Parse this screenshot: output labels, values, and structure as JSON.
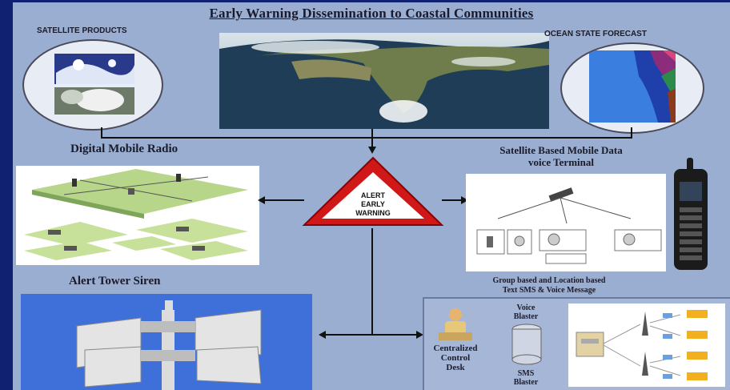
{
  "title": "Early Warning Dissemination to Coastal Communities",
  "top_left_label": "SATELLITE PRODUCTS",
  "top_right_label": "OCEAN STATE FORECAST",
  "left_mid_label": "Digital Mobile Radio",
  "right_mid_label_line1": "Satellite Based Mobile Data",
  "right_mid_label_line2": "voice Terminal",
  "left_bottom_label": "Alert Tower Siren",
  "right_bottom_label_line1": "Group based and Location based",
  "right_bottom_label_line2": "Text SMS & Voice Message",
  "center_sign": {
    "line1": "ALERT",
    "line2": "EARLY",
    "line3": "WARNING"
  },
  "control_desk_label_line1": "Centralized",
  "control_desk_label_line2": "Control",
  "control_desk_label_line3": "Desk",
  "voice_blaster_line1": "Voice",
  "voice_blaster_line2": "Blaster",
  "sms_blaster_line1": "SMS",
  "sms_blaster_line2": "Blaster",
  "colors": {
    "frame": "#0f2170",
    "panel": "#9aaed1",
    "warning_red": "#d01818"
  }
}
